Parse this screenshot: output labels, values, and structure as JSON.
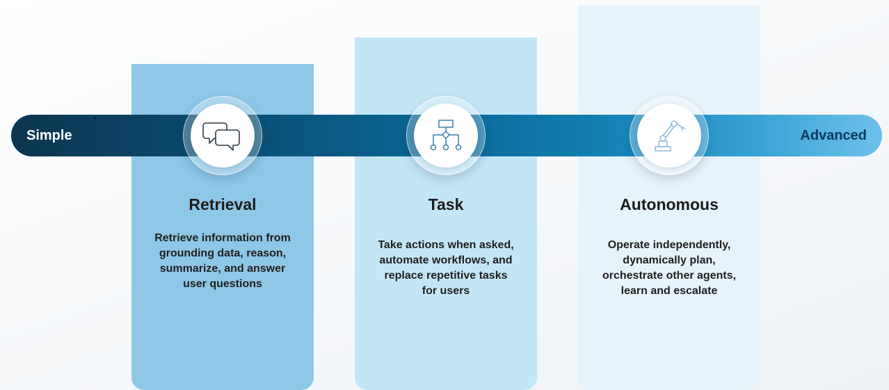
{
  "scale": {
    "start_label": "Simple",
    "end_label": "Advanced"
  },
  "stages": [
    {
      "icon": "chat-bubbles-icon",
      "title": "Retrieval",
      "description": "Retrieve information from grounding data, reason, summarize, and answer user questions"
    },
    {
      "icon": "workflow-icon",
      "title": "Task",
      "description": "Take actions when asked, automate workflows, and replace repetitive tasks for users"
    },
    {
      "icon": "robot-arm-icon",
      "title": "Autonomous",
      "description": "Operate independently, dynamically plan, orchestrate other agents, learn and escalate"
    }
  ],
  "colors": {
    "retrieval_card": "#8fc7e7",
    "task_card": "#c3e6f7",
    "autonomous_card": "#e7f3fa",
    "track_start": "#0b3550",
    "track_end": "#6ec1eb",
    "icon_stroke": "#3d7fa8"
  }
}
